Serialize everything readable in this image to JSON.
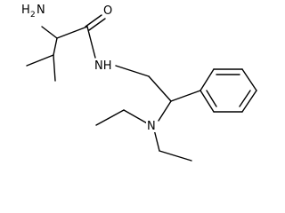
{
  "molecule": {
    "atoms": {
      "amine_h": "H",
      "amine_n": "N",
      "amine_sub": "2",
      "carbonyl_o": "O",
      "amide_n": "NH",
      "tertiary_n": "N"
    },
    "colors": {
      "bond": "#000000",
      "label": "#000000",
      "background": "#ffffff"
    }
  }
}
